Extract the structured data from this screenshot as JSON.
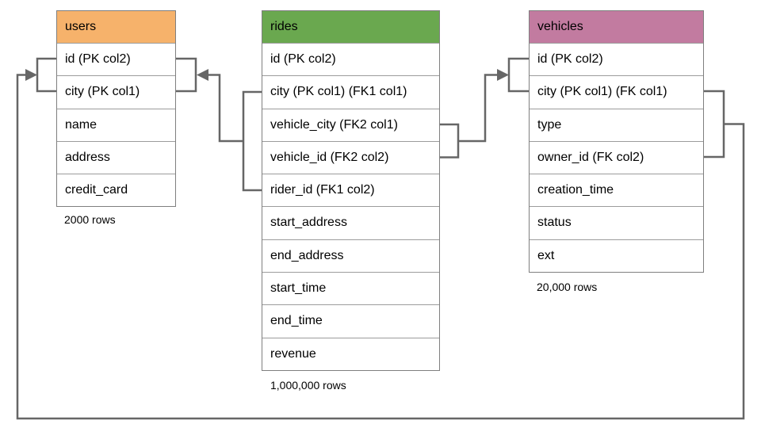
{
  "tables": {
    "users": {
      "name": "users",
      "header_color": "#F6B26B",
      "columns": [
        "id (PK col2)",
        "city (PK col1)",
        "name",
        "address",
        "credit_card"
      ],
      "row_count": "2000 rows"
    },
    "rides": {
      "name": "rides",
      "header_color": "#6AA84F",
      "columns": [
        "id (PK col2)",
        "city (PK col1) (FK1 col1)",
        "vehicle_city (FK2 col1)",
        "vehicle_id (FK2 col2)",
        "rider_id (FK1 col2)",
        "start_address",
        "end_address",
        "start_time",
        "end_time",
        "revenue"
      ],
      "row_count": "1,000,000 rows"
    },
    "vehicles": {
      "name": "vehicles",
      "header_color": "#C27BA0",
      "columns": [
        "id (PK col2)",
        "city (PK col1) (FK col1)",
        "type",
        "owner_id (FK col2)",
        "creation_time",
        "status",
        "ext"
      ],
      "row_count": "20,000 rows"
    }
  },
  "relationships": [
    {
      "label": "rides (FK1: city, rider_id) to users (city, id)"
    },
    {
      "label": "rides (FK2: vehicle_city, vehicle_id) to vehicles (city, id)"
    },
    {
      "label": "vehicles (FK: city, owner_id) to users (city, id)"
    }
  ],
  "colors": {
    "connector": "#666666",
    "table_border": "#7f7f7f",
    "row_divider": "#9c9c9c",
    "background": "#ffffff",
    "text": "#000000"
  }
}
